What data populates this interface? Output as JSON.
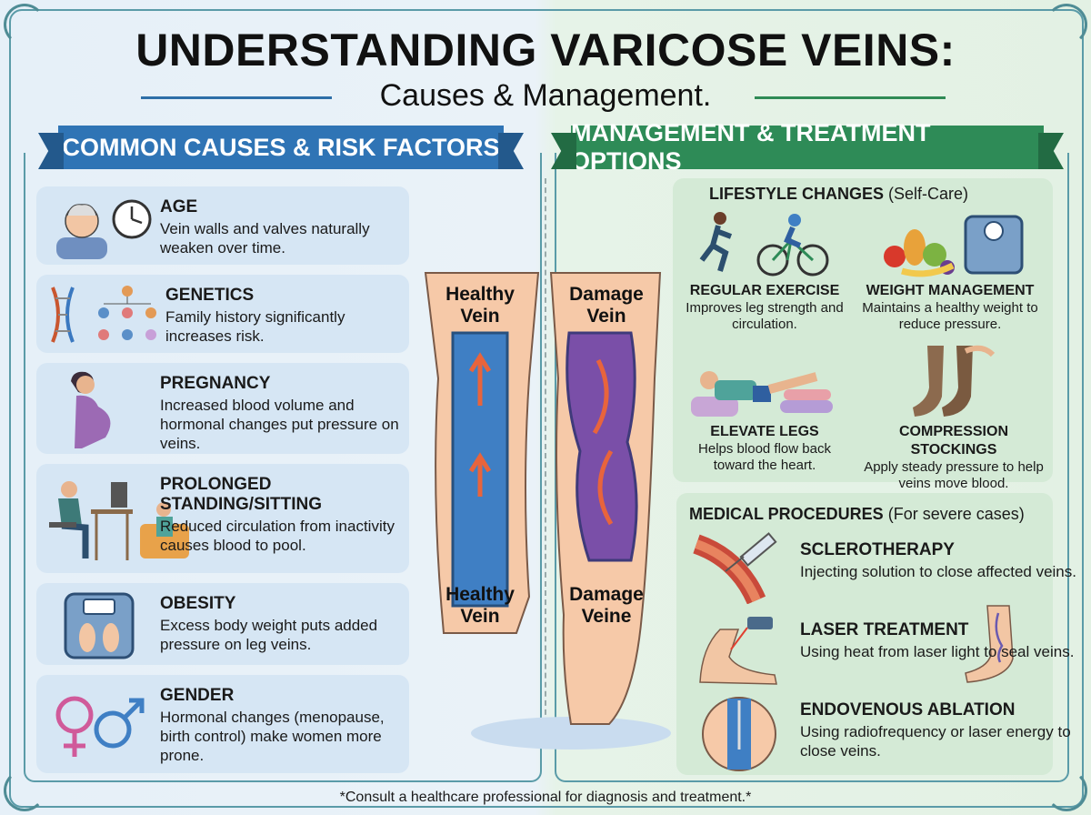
{
  "header": {
    "title": "UNDERSTANDING VARICOSE VEINS:",
    "subtitle": "Causes & Management."
  },
  "causes": {
    "heading": "COMMON CAUSES & RISK FACTORS",
    "items": [
      {
        "title": "AGE",
        "text": "Vein walls and valves naturally weaken over time.",
        "icon": "elderly-man-clock-icon"
      },
      {
        "title": "GENETICS",
        "text": "Family history significantly increases risk.",
        "icon": "dna-family-tree-icon"
      },
      {
        "title": "PREGNANCY",
        "text": "Increased blood volume and hormonal changes put pressure on veins.",
        "icon": "pregnant-woman-icon"
      },
      {
        "title": "PROLONGED STANDING/SITTING",
        "text": "Reduced circulation from inactivity causes blood to pool.",
        "icon": "desk-worker-icon"
      },
      {
        "title": "OBESITY",
        "text": "Excess body weight puts added pressure on leg veins.",
        "icon": "bathroom-scale-icon"
      },
      {
        "title": "GENDER",
        "text": "Hormonal changes (menopause, birth control) make women more prone.",
        "icon": "gender-symbols-icon"
      }
    ]
  },
  "veins": {
    "healthy_top": "Healthy Vein",
    "damage_top": "Damage Vein",
    "healthy_bottom": "Healthy Vein",
    "damage_bottom": "Damage Veine"
  },
  "management": {
    "heading": "MANAGEMENT & TREATMENT OPTIONS",
    "lifestyle": {
      "title": "LIFESTYLE CHANGES",
      "note": "(Self-Care)",
      "items": [
        {
          "title": "REGULAR EXERCISE",
          "text": "Improves leg strength and circulation.",
          "icon": "runner-cyclist-icon"
        },
        {
          "title": "WEIGHT MANAGEMENT",
          "text": "Maintains a healthy weight to reduce pressure.",
          "icon": "fruit-scale-icon"
        },
        {
          "title": "ELEVATE LEGS",
          "text": "Helps blood flow back toward the heart.",
          "icon": "elevated-legs-icon"
        },
        {
          "title": "COMPRESSION STOCKINGS",
          "text": "Apply steady pressure to help veins move blood.",
          "icon": "stockings-icon"
        }
      ]
    },
    "medical": {
      "title": "MEDICAL PROCEDURES",
      "note": "(For severe cases)",
      "items": [
        {
          "title": "SCLEROTHERAPY",
          "text": "Injecting solution to close affected veins.",
          "icon": "syringe-vein-icon"
        },
        {
          "title": "LASER TREATMENT",
          "text": "Using heat from laser light to seal veins.",
          "icon": "laser-leg-icon"
        },
        {
          "title": "ENDOVENOUS ABLATION",
          "text": "Using radiofrequency or laser energy to close veins.",
          "icon": "catheter-vein-icon"
        }
      ]
    }
  },
  "footnote": "*Consult a healthcare professional for diagnosis and treatment.*",
  "colors": {
    "blue": "#2f74b5",
    "green": "#2e8b57",
    "vein_blue": "#3f7fc4",
    "vein_purple": "#7a4fa8",
    "skin": "#f6c9a8",
    "arrow": "#e8643c"
  }
}
